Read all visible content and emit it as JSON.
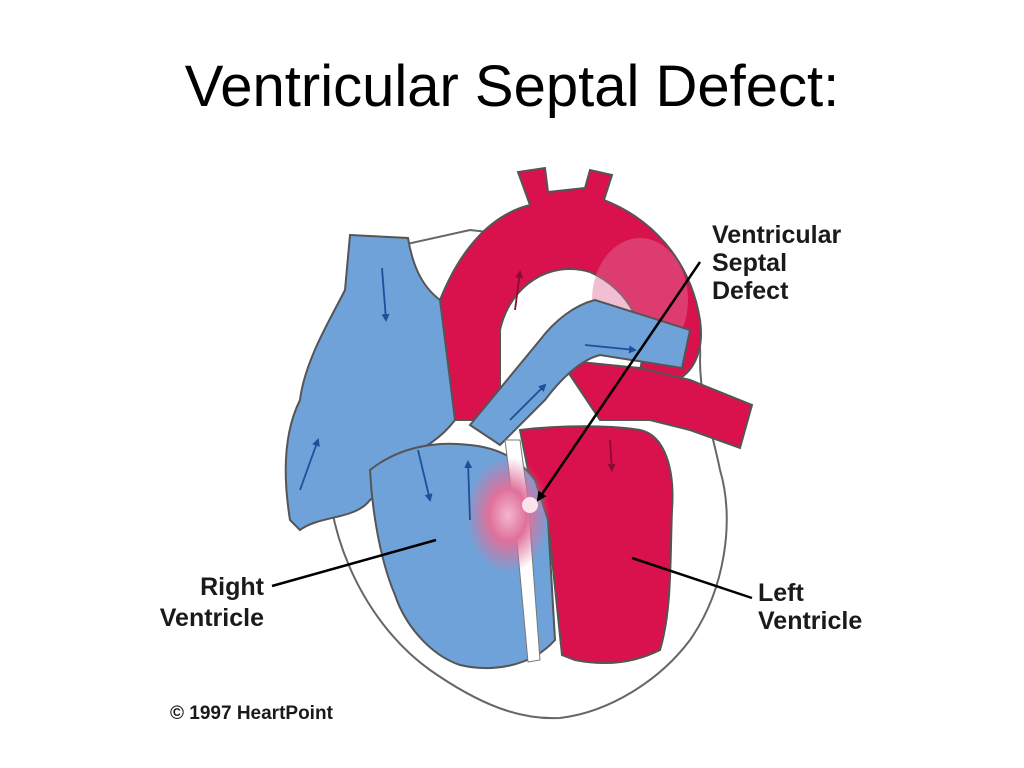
{
  "slide": {
    "title": "Ventricular Septal Defect:"
  },
  "diagram": {
    "labels": {
      "vsd_line1": "Ventricular",
      "vsd_line2": "Septal",
      "vsd_line3": "Defect",
      "rv_line1": "Right",
      "rv_line2": "Ventricle",
      "lv_line1": "Left",
      "lv_line2": "Ventricle"
    },
    "copyright": "© 1997 HeartPoint",
    "colors": {
      "oxygenated_red": "#d9124e",
      "deoxygenated_blue": "#6fa2d8",
      "mixing_pink": "#e0709a",
      "outline": "#555555"
    }
  }
}
